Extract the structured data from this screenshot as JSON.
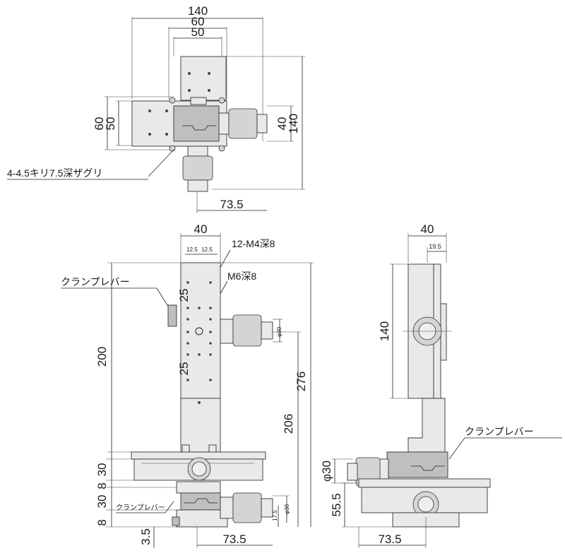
{
  "top_view": {
    "dim_140_width": "140",
    "dim_60_width": "60",
    "dim_50_width": "50",
    "dim_60_height": "60",
    "dim_50_height": "50",
    "dim_40_height": "40",
    "dim_140_height": "140",
    "dim_73_5": "73.5",
    "callout_counterbore": "4-4.5キリ7.5深ザグリ"
  },
  "front_view": {
    "dim_40_width": "40",
    "dim_12_5_a": "12.5",
    "dim_12_5_b": "12.5",
    "callout_m4": "12-M4深8",
    "callout_m6": "M6深8",
    "callout_clamp_upper": "クランプレバー",
    "dim_25_upper": "25",
    "dim_25_lower": "25",
    "dim_200": "200",
    "dim_276": "276",
    "dim_206": "206",
    "dim_phi30_upper": "φ30",
    "dim_phi30_lower": "φ30",
    "dim_17_5": "17.5",
    "dim_30_a": "30",
    "dim_8_a": "8",
    "dim_30_b": "30",
    "dim_8_b": "8",
    "dim_3_5": "3.5",
    "callout_clamp_lower": "クランプレバー",
    "dim_73_5": "73.5"
  },
  "side_view": {
    "dim_40": "40",
    "dim_19_5": "19.5",
    "dim_140": "140",
    "callout_clamp": "クランプレバー",
    "dim_phi30": "φ30",
    "dim_55_5": "55.5",
    "dim_73_5": "73.5"
  }
}
